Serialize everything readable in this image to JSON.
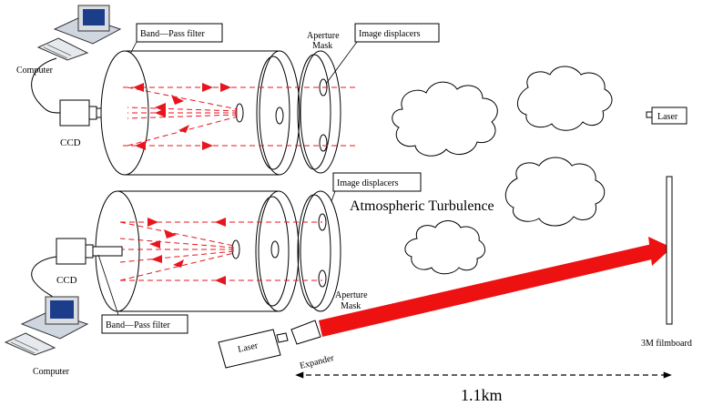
{
  "labels": {
    "computer_top": "Computer",
    "ccd_top": "CCD",
    "filter_top": "Band—Pass filter",
    "aperture_mask_top_line1": "Aperture",
    "aperture_mask_top_line2": "Mask",
    "image_displacers_top": "Image displacers",
    "laser_right": "Laser",
    "image_displacers_bottom": "Image displacers",
    "atmospheric_turbulence": "Atmospheric Turbulence",
    "ccd_bottom": "CCD",
    "filter_bottom": "Band—Pass filter",
    "aperture_mask_bottom_line1": "Aperture",
    "aperture_mask_bottom_line2": "Mask",
    "computer_bottom": "Computer",
    "laser_bottom": "Laser",
    "expander": "Expander",
    "film_board": "3M filmboard",
    "distance": "1.1km"
  },
  "colors": {
    "beam": "#ee1111",
    "ray": "#e8141e",
    "outline": "#000000"
  }
}
